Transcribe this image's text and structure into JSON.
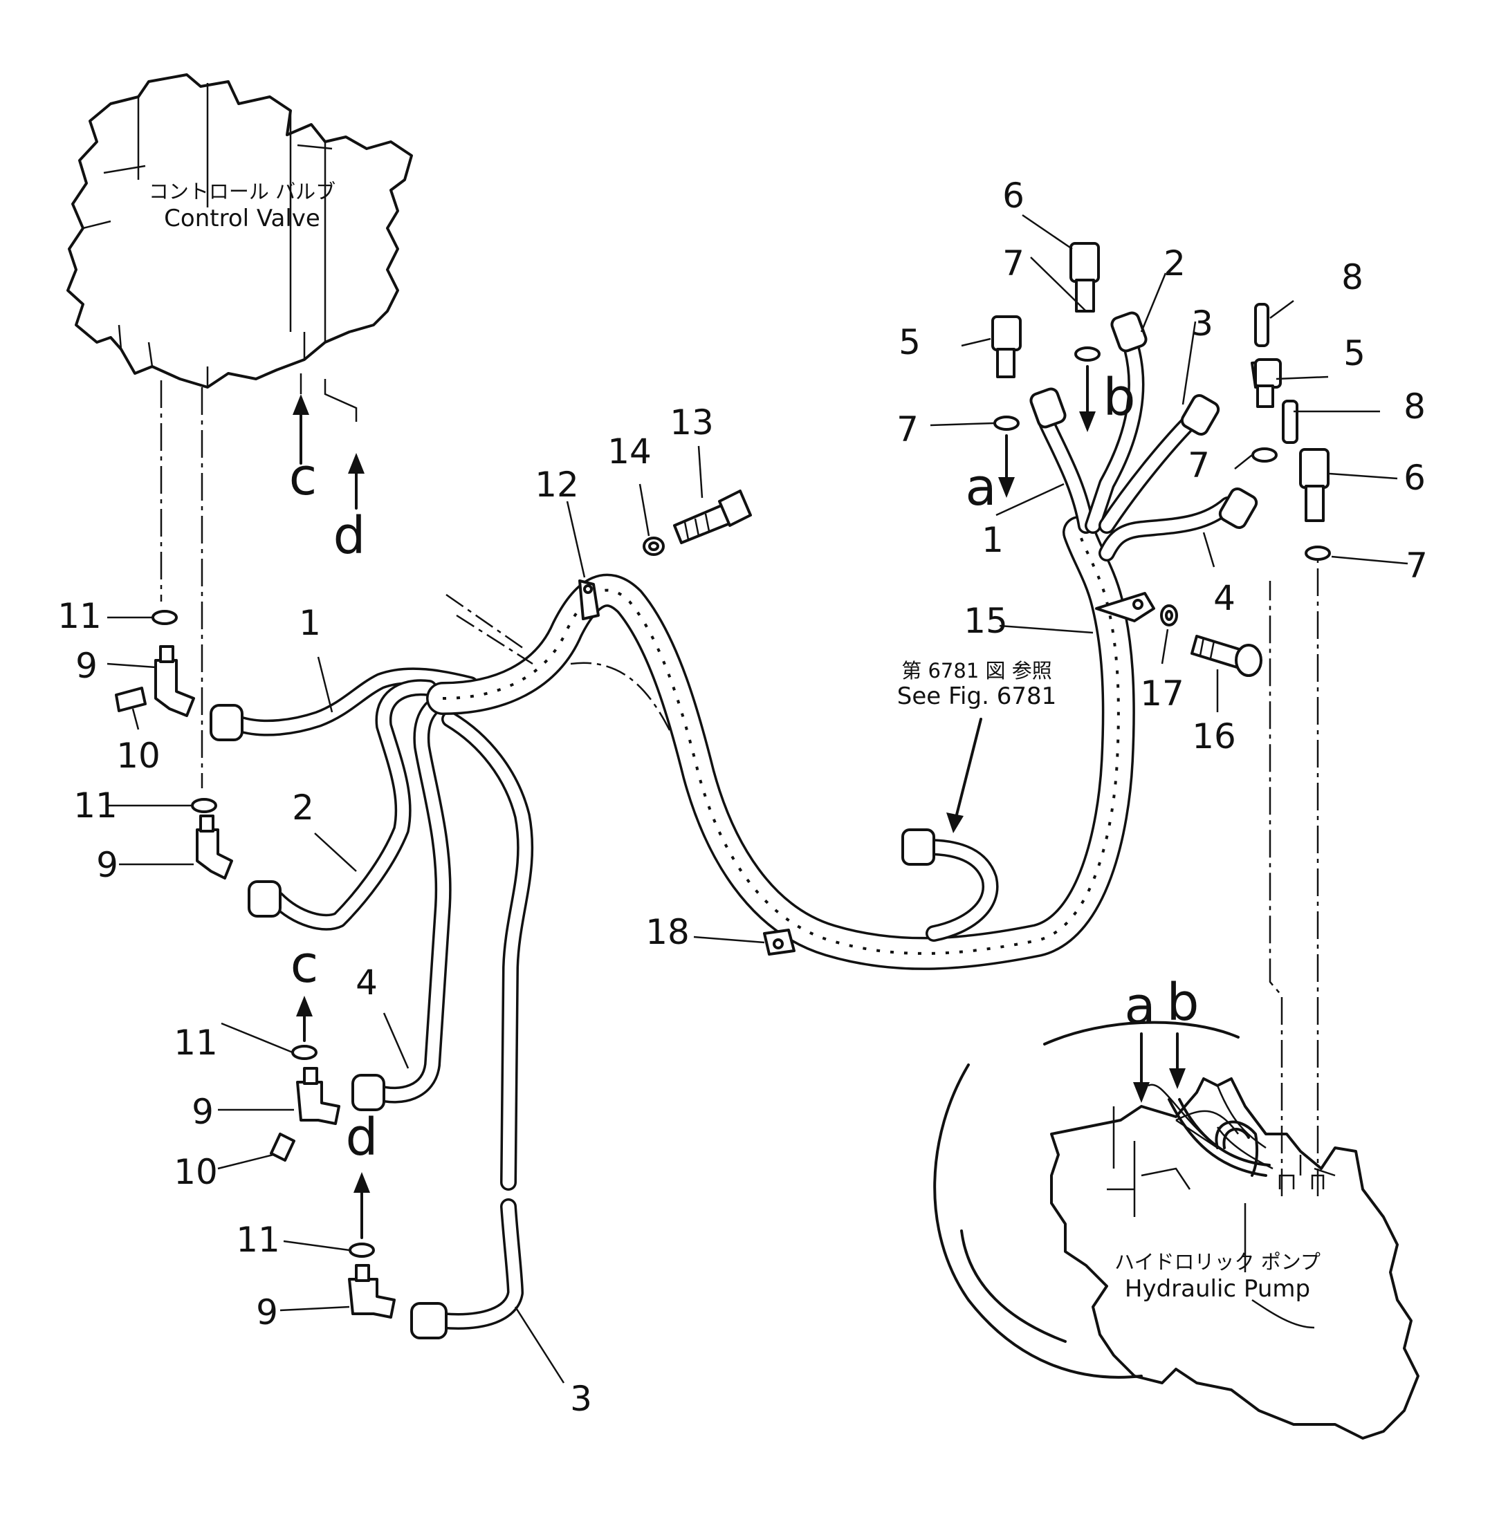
{
  "components": {
    "control_valve": {
      "label_jp": "コントロール バルブ",
      "label_en": "Control Valve"
    },
    "hydraulic_pump": {
      "label_jp": "ハイドロリック ポンプ",
      "label_en": "Hydraulic Pump"
    },
    "reference": {
      "label_jp": "第 6781 図 参照",
      "label_en": "See Fig. 6781"
    }
  },
  "connection_letters": [
    "a",
    "b",
    "c",
    "d"
  ],
  "callouts": {
    "hose_1_left": "1",
    "hose_2_left": "2",
    "hose_3_bottom": "3",
    "hose_4_left": "4",
    "hose_1_right": "1",
    "hose_2_right": "2",
    "hose_3_right": "3",
    "hose_4_right": "4",
    "elbow_5_left": "5",
    "elbow_5_right": "5",
    "block_6_top": "6",
    "block_6_right": "6",
    "ring_7_a": "7",
    "ring_7_b": "7",
    "ring_7_c": "7",
    "ring_7_d": "7",
    "plug_8_top": "8",
    "plug_8_bottom": "8",
    "elbow_9_1": "9",
    "elbow_9_2": "9",
    "elbow_9_3": "9",
    "elbow_9_4": "9",
    "plug_10_top": "10",
    "plug_10_bottom": "10",
    "ring_11_1": "11",
    "ring_11_2": "11",
    "ring_11_3": "11",
    "ring_11_4": "11",
    "clamp_12": "12",
    "bolt_13": "13",
    "washer_14": "14",
    "clamp_15": "15",
    "bolt_16": "16",
    "washer_17": "17",
    "clamp_18": "18"
  },
  "letters": {
    "c_top": "c",
    "d_top": "d",
    "c_mid": "c",
    "d_mid": "d",
    "a_top": "a",
    "b_top": "b",
    "a_pump": "a",
    "b_pump": "b"
  }
}
